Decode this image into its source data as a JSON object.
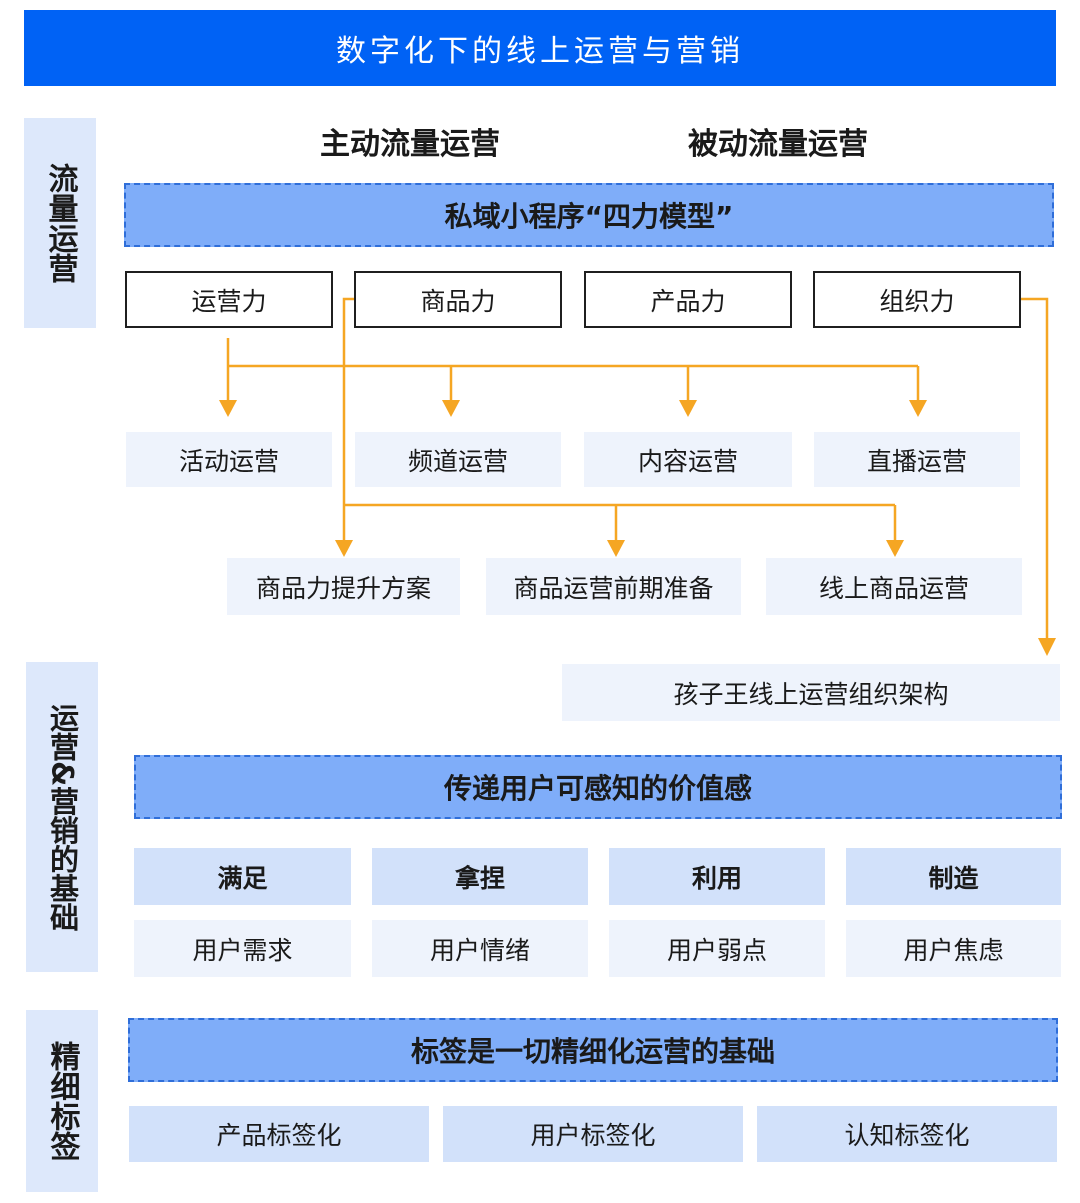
{
  "title": "数字化下的线上运营与营销",
  "sections": {
    "traffic": "流量运营",
    "foundation": "运营&营销的基础",
    "tagging": "精细标签"
  },
  "traffic": {
    "active_heading": "主动流量运营",
    "passive_heading": "被动流量运营",
    "model_banner": "私域小程序“四力模型”",
    "forces": [
      "运营力",
      "商品力",
      "产品力",
      "组织力"
    ],
    "ops_items": [
      "活动运营",
      "频道运营",
      "内容运营",
      "直播运营"
    ],
    "goods_items": [
      "商品力提升方案",
      "商品运营前期准备",
      "线上商品运营"
    ],
    "org_item": "孩子王线上运营组织架构"
  },
  "foundation": {
    "banner": "传递用户可感知的价值感",
    "actions": [
      "满足",
      "拿捏",
      "利用",
      "制造"
    ],
    "targets": [
      "用户需求",
      "用户情绪",
      "用户弱点",
      "用户焦虑"
    ]
  },
  "tagging": {
    "banner": "标签是一切精细化运营的基础",
    "items": [
      "产品标签化",
      "用户标签化",
      "认知标签化"
    ]
  },
  "colors": {
    "title_blue": "#0062f5",
    "banner_blue": "#7fadf9",
    "arrow_orange": "#f5a623",
    "box_pale": "#eef3fc",
    "box_mid": "#d2e1fa"
  }
}
